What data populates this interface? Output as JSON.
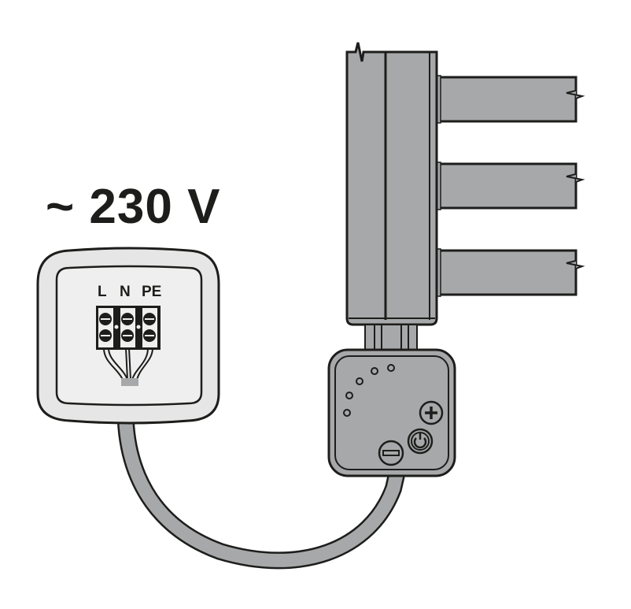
{
  "diagram": {
    "type": "wiring-illustration",
    "voltage_label": "~ 230 V",
    "terminal_labels": [
      "L",
      "N",
      "PE"
    ],
    "colors": {
      "outline": "#1d1d1b",
      "device_gray": "#a7a8aa",
      "socket_outer": "#e6e6e6",
      "socket_inner": "#efefef",
      "background": "#ffffff"
    },
    "components": {
      "wall_socket": {
        "terminals": [
          "L",
          "N",
          "PE"
        ]
      },
      "heating_element": {
        "rails": 3
      },
      "controller": {
        "indicator_leds": 5,
        "buttons": [
          "plus",
          "power",
          "minus"
        ]
      },
      "cable": "connects wall socket to controller"
    }
  }
}
